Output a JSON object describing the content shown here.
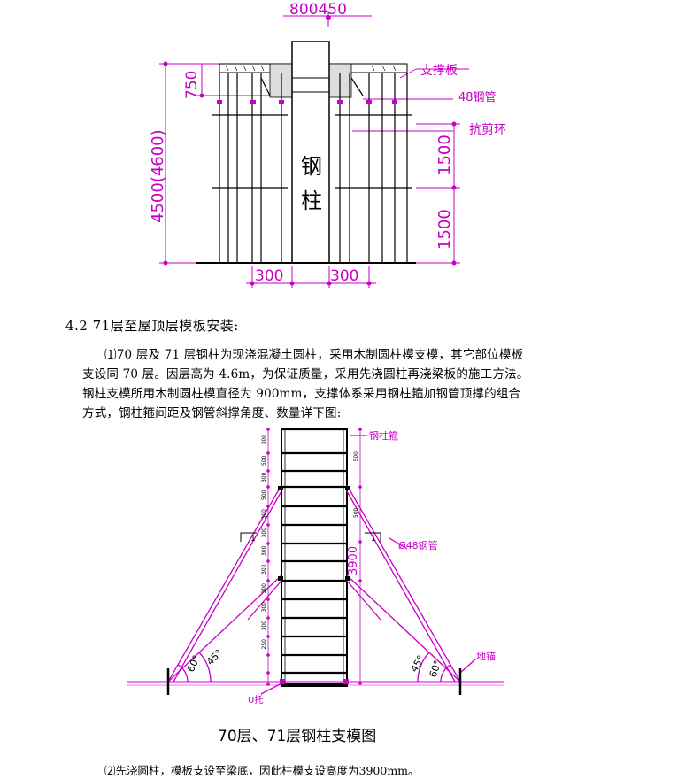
{
  "figure1": {
    "dim_top": "800450",
    "dim_left_750": "750",
    "dim_left_height": "4500(4600)",
    "dim_right_1500a": "1500",
    "dim_right_1500b": "1500",
    "dim_bottom_left": "300",
    "dim_bottom_right": "300",
    "label_support_board": "支撑板",
    "label_steel_pipe": "48钢管",
    "label_shear_ring": "抗剪环",
    "column_char_1": "钢",
    "column_char_2": "柱"
  },
  "section": {
    "heading": "4.2 71层至屋顶层模板安装:",
    "p1": "⑴70 层及 71 层钢柱为现浇混凝土圆柱，采用木制圆柱模支模，其它部位模板",
    "p2": "支设同 70 层。因层高为 4.6m，为保证质量，采用先浇圆柱再浇梁板的施工方法。",
    "p3": "钢柱支模所用木制圆柱模直径为 900mm，支撑体系采用钢柱箍加钢管顶撑的组合",
    "p4": "方式，钢柱箍间距及钢管斜撑角度、数量详下图:"
  },
  "figure2": {
    "label_hoop": "钢柱箍",
    "label_pipe": "Ø48钢管",
    "label_anchor": "地锚",
    "label_u_support": "U托",
    "dim_height": "3900",
    "angle_60_left": "60°",
    "angle_45_left": "45°",
    "angle_45_right": "45°",
    "angle_60_right": "60°",
    "marker_1_left": "1",
    "marker_1_right": "1",
    "spacing_labels": [
      "300",
      "500",
      "300",
      "500",
      "300",
      "300",
      "300",
      "300",
      "300",
      "300",
      "300",
      "250"
    ],
    "spacing_labels_right": [
      "500",
      "500"
    ],
    "caption": "70层、71层钢柱支模图"
  },
  "note": "⑵先浇圆柱，模板支设至梁底，因此柱模支设高度为3900mm。"
}
